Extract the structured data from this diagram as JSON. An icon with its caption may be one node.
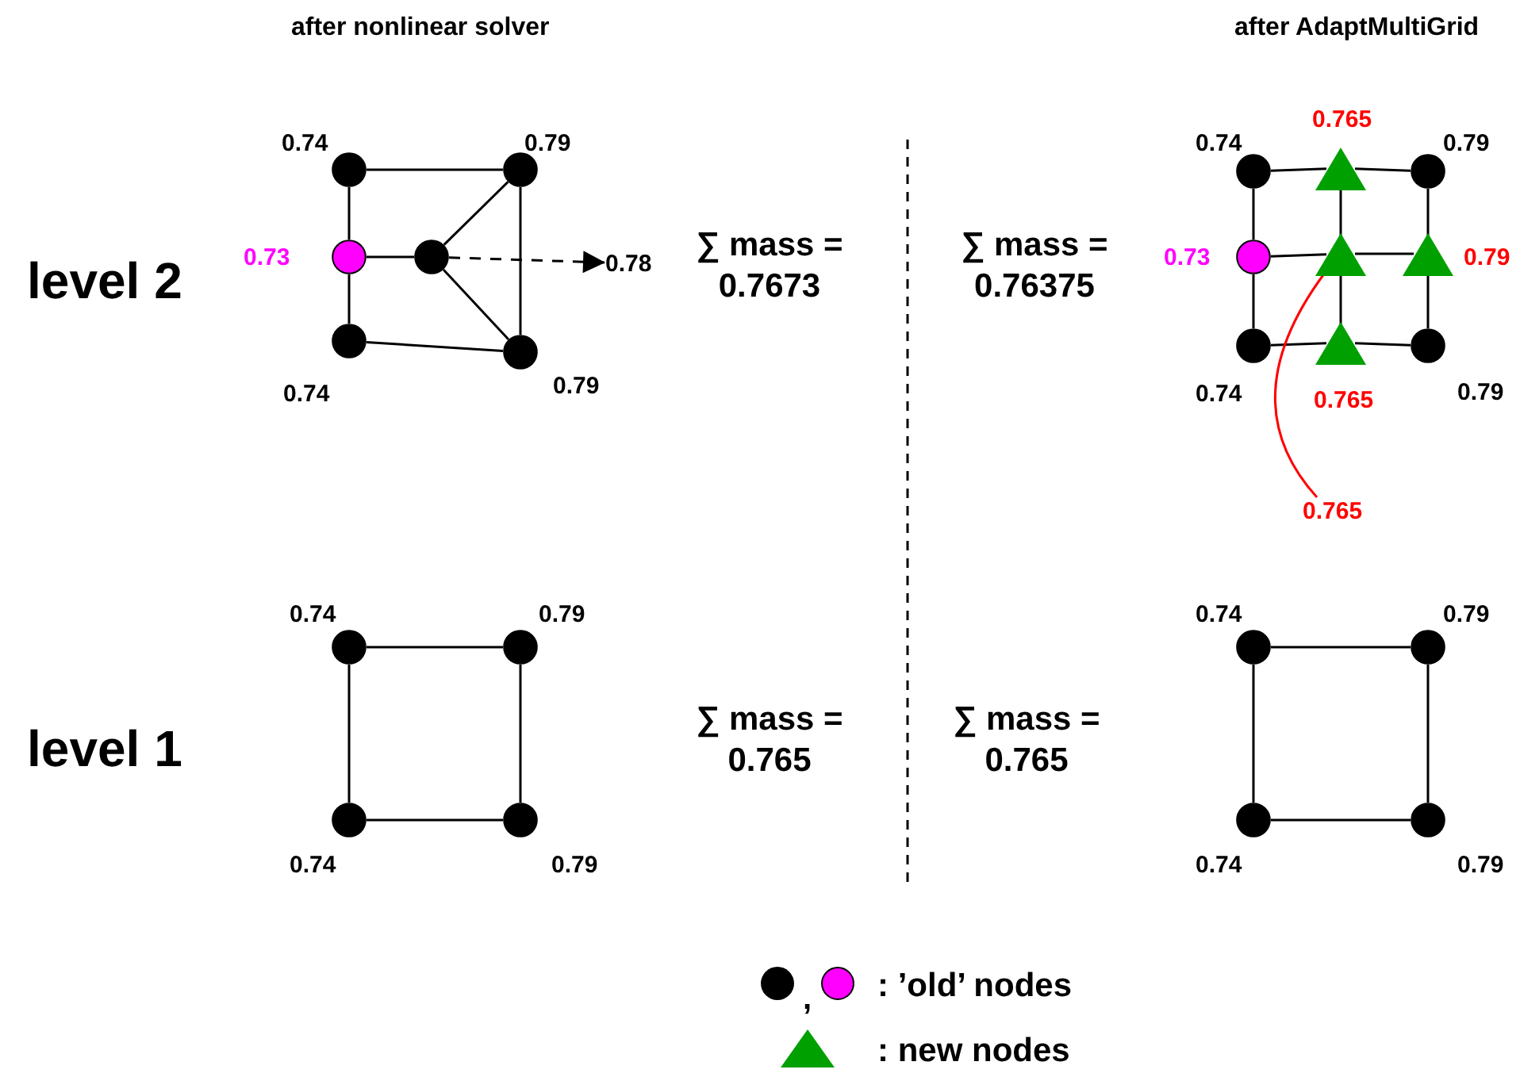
{
  "diagram": {
    "nodes": [
      {
        "text": [],
        "shape": "circle",
        "beside": [
          "0.74"
        ]
      },
      {
        "text": [],
        "shape": "circle",
        "beside": [
          "0.79"
        ]
      },
      {
        "text": [],
        "shape": "circle",
        "beside": [
          "0.73"
        ]
      },
      {
        "text": [],
        "shape": "circle"
      },
      {
        "text": [
          "0.78"
        ]
      },
      {
        "text": [],
        "shape": "circle",
        "beside": [
          "0.74"
        ]
      },
      {
        "text": [],
        "shape": "circle",
        "beside": [
          "0.79"
        ]
      },
      {
        "text": [],
        "shape": "circle",
        "beside": [
          "0.74"
        ]
      },
      {
        "text": [],
        "shape": "triangle",
        "beside": [
          "0.765"
        ]
      },
      {
        "text": [],
        "shape": "circle",
        "beside": [
          "0.79"
        ]
      },
      {
        "text": [],
        "shape": "circle",
        "beside": [
          "0.73"
        ]
      },
      {
        "text": [],
        "shape": "triangle"
      },
      {
        "text": [],
        "shape": "triangle",
        "beside": [
          "0.79"
        ]
      },
      {
        "text": [],
        "shape": "circle",
        "beside": [
          "0.74"
        ]
      },
      {
        "text": [],
        "shape": "triangle",
        "beside": [
          "0.765"
        ]
      },
      {
        "text": [],
        "shape": "circle",
        "beside": [
          "0.79"
        ]
      },
      {
        "text": [
          "0.765"
        ]
      },
      {
        "text": [],
        "shape": "circle",
        "beside": [
          "0.74"
        ]
      },
      {
        "text": [],
        "shape": "circle",
        "beside": [
          "0.79"
        ]
      },
      {
        "text": [],
        "shape": "circle",
        "beside": [
          "0.74"
        ]
      },
      {
        "text": [],
        "shape": "circle",
        "beside": [
          "0.79"
        ]
      },
      {
        "text": [],
        "shape": "circle",
        "beside": [
          "0.74"
        ]
      },
      {
        "text": [],
        "shape": "circle",
        "beside": [
          "0.79"
        ]
      },
      {
        "text": [],
        "shape": "circle",
        "beside": [
          "0.74"
        ]
      },
      {
        "text": [],
        "shape": "circle",
        "beside": [
          "0.79"
        ]
      }
    ],
    "edges": [
      {
        "from": 0,
        "to": 1,
        "arrow": "none"
      },
      {
        "from": 0,
        "to": 2,
        "arrow": "none"
      },
      {
        "from": 2,
        "to": 5,
        "arrow": "none"
      },
      {
        "from": 5,
        "to": 6,
        "arrow": "none"
      },
      {
        "from": 1,
        "to": 6,
        "arrow": "none"
      },
      {
        "from": 2,
        "to": 3,
        "arrow": "none"
      },
      {
        "from": 3,
        "to": 1,
        "arrow": "none"
      },
      {
        "from": 3,
        "to": 6,
        "arrow": "none"
      },
      {
        "from": 3,
        "to": 4,
        "arrow": "to",
        "style": "dashed"
      },
      {
        "from": 7,
        "to": 8,
        "arrow": "none"
      },
      {
        "from": 8,
        "to": 9,
        "arrow": "none"
      },
      {
        "from": 7,
        "to": 10,
        "arrow": "none"
      },
      {
        "from": 10,
        "to": 13,
        "arrow": "none"
      },
      {
        "from": 9,
        "to": 12,
        "arrow": "none"
      },
      {
        "from": 12,
        "to": 15,
        "arrow": "none"
      },
      {
        "from": 13,
        "to": 14,
        "arrow": "none"
      },
      {
        "from": 14,
        "to": 15,
        "arrow": "none"
      },
      {
        "from": 10,
        "to": 11,
        "arrow": "none"
      },
      {
        "from": 11,
        "to": 12,
        "arrow": "none"
      },
      {
        "from": 8,
        "to": 11,
        "arrow": "none"
      },
      {
        "from": 11,
        "to": 14,
        "arrow": "none"
      },
      {
        "from": 16,
        "to": 11,
        "arrow": "none",
        "color": "#ff0000"
      },
      {
        "from": 17,
        "to": 18,
        "arrow": "none"
      },
      {
        "from": 17,
        "to": 19,
        "arrow": "none"
      },
      {
        "from": 18,
        "to": 20,
        "arrow": "none"
      },
      {
        "from": 19,
        "to": 20,
        "arrow": "none"
      },
      {
        "from": 21,
        "to": 22,
        "arrow": "none"
      },
      {
        "from": 21,
        "to": 23,
        "arrow": "none"
      },
      {
        "from": 22,
        "to": 24,
        "arrow": "none"
      },
      {
        "from": 23,
        "to": 24,
        "arrow": "none"
      }
    ],
    "labels": [
      "after nonlinear solver",
      "after AdaptMultiGrid",
      "level 2",
      "∑ mass = 0.7673",
      "∑ mass = 0.76375",
      "level 1",
      "∑ mass = 0.765",
      "∑ mass = 0.765",
      ","
    ],
    "legend": [
      {
        "text": ": ’old’ nodes"
      },
      {
        "text": ": new nodes"
      }
    ]
  }
}
